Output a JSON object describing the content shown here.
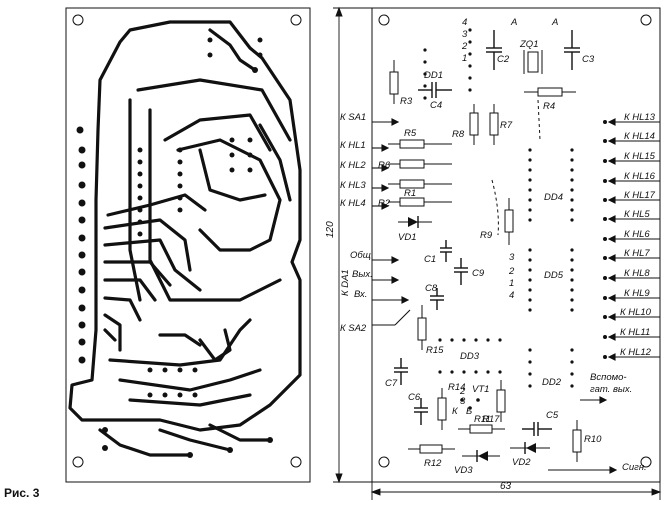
{
  "figure": {
    "caption": "Рис. 3"
  },
  "dimensions": {
    "width": "63",
    "height": "120"
  },
  "left_board": {},
  "right_board": {
    "components": [
      {
        "id": "ic-dd1",
        "label": "DD1"
      },
      {
        "id": "ic-dd2",
        "label": "DD2"
      },
      {
        "id": "ic-dd3",
        "label": "DD3"
      },
      {
        "id": "ic-dd4",
        "label": "DD4"
      },
      {
        "id": "ic-dd5",
        "label": "DD5"
      },
      {
        "id": "quartz-zq1",
        "label": "ZQ1"
      },
      {
        "id": "resistor-r1",
        "label": "R1"
      },
      {
        "id": "resistor-r2",
        "label": "R2"
      },
      {
        "id": "resistor-r3",
        "label": "R3"
      },
      {
        "id": "resistor-r4",
        "label": "R4"
      },
      {
        "id": "resistor-r5",
        "label": "R5"
      },
      {
        "id": "resistor-r6",
        "label": "R6"
      },
      {
        "id": "resistor-r7",
        "label": "R7"
      },
      {
        "id": "resistor-r8",
        "label": "R8"
      },
      {
        "id": "resistor-r9",
        "label": "R9"
      },
      {
        "id": "resistor-r10",
        "label": "R10"
      },
      {
        "id": "resistor-r11",
        "label": "R11"
      },
      {
        "id": "resistor-r12",
        "label": "R12"
      },
      {
        "id": "resistor-r14",
        "label": "R14"
      },
      {
        "id": "resistor-r15",
        "label": "R15"
      },
      {
        "id": "resistor-r17",
        "label": "R17"
      },
      {
        "id": "capacitor-c1",
        "label": "C1"
      },
      {
        "id": "capacitor-c2",
        "label": "C2"
      },
      {
        "id": "capacitor-c3",
        "label": "C3"
      },
      {
        "id": "capacitor-c4",
        "label": "C4"
      },
      {
        "id": "capacitor-c5",
        "label": "C5"
      },
      {
        "id": "capacitor-c6",
        "label": "C6"
      },
      {
        "id": "capacitor-c7",
        "label": "C7"
      },
      {
        "id": "capacitor-c8",
        "label": "C8"
      },
      {
        "id": "capacitor-c9",
        "label": "C9"
      },
      {
        "id": "diode-vd1",
        "label": "VD1"
      },
      {
        "id": "diode-vd2",
        "label": "VD2"
      },
      {
        "id": "diode-vd3",
        "label": "VD3"
      },
      {
        "id": "transistor-vt1",
        "label": "VT1"
      }
    ],
    "left_connectors": [
      {
        "id": "sa1",
        "label": "К SA1"
      },
      {
        "id": "hl1",
        "label": "К HL1"
      },
      {
        "id": "hl2",
        "label": "К HL2"
      },
      {
        "id": "hl3",
        "label": "К HL3"
      },
      {
        "id": "hl4",
        "label": "К HL4"
      },
      {
        "id": "common",
        "label": "Общ"
      },
      {
        "id": "out",
        "label": "Вых."
      },
      {
        "id": "in",
        "label": "Вх."
      },
      {
        "id": "da1",
        "label": "К DA1"
      },
      {
        "id": "sa2",
        "label": "К SA2"
      }
    ],
    "right_connectors": [
      {
        "id": "hl13",
        "label": "К HL13"
      },
      {
        "id": "hl14",
        "label": "К HL14"
      },
      {
        "id": "hl15",
        "label": "К HL15"
      },
      {
        "id": "hl16",
        "label": "К HL16"
      },
      {
        "id": "hl17",
        "label": "К HL17"
      },
      {
        "id": "hl5",
        "label": "К HL5"
      },
      {
        "id": "hl6",
        "label": "К HL6"
      },
      {
        "id": "hl7",
        "label": "К HL7"
      },
      {
        "id": "hl8",
        "label": "К HL8"
      },
      {
        "id": "hl9",
        "label": "К HL9"
      },
      {
        "id": "hl10",
        "label": "К HL10"
      },
      {
        "id": "hl11",
        "label": "К HL11"
      },
      {
        "id": "hl12",
        "label": "К HL12"
      }
    ],
    "pin_labels": [
      "4",
      "3",
      "2",
      "1",
      "А",
      "А",
      "3",
      "2",
      "1",
      "4",
      "2",
      "3",
      "К",
      "Б"
    ],
    "aux_out": {
      "line1": "Вспомо-",
      "line2": "гат. вых."
    },
    "signal": "Сигн."
  }
}
